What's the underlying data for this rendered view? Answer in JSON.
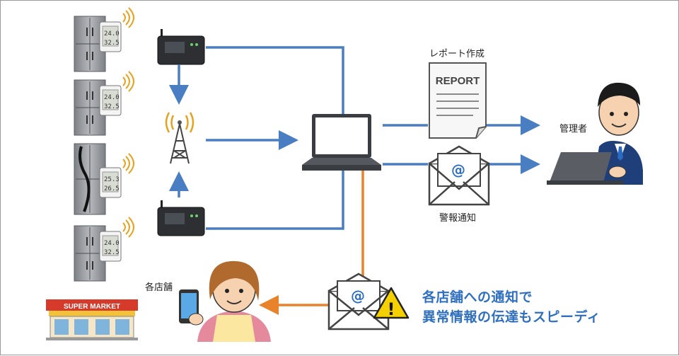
{
  "labels": {
    "report_creation": "レポート作成",
    "report_doc": "REPORT",
    "manager": "管理者",
    "alert_notice": "警報通知",
    "each_store": "各店舗",
    "store_sign": "SUPER MARKET",
    "email_symbol": "@",
    "warning_symbol": "!"
  },
  "headline": {
    "line1": "各店舗への通知で",
    "line2": "異常情報の伝達もスピーディ"
  },
  "sensors": [
    {
      "top": "24.0",
      "bottom": "32.5"
    },
    {
      "top": "24.0",
      "bottom": "32.5"
    },
    {
      "top": "25.3",
      "bottom": "26.5"
    },
    {
      "top": "24.0",
      "bottom": "32.5"
    }
  ],
  "colors": {
    "flow_blue": "#4a7ec2",
    "flow_orange": "#e8832b",
    "headline_blue": "#2f6fc0",
    "warning_yellow": "#f5d000",
    "fridge_gray": "#8c8f94"
  },
  "icons": [
    "fridge-icon",
    "sensor-icon",
    "gateway-icon",
    "antenna-icon",
    "laptop-icon",
    "report-icon",
    "email-icon",
    "warning-icon",
    "manager-person-icon",
    "store-person-icon",
    "smartphone-icon",
    "supermarket-icon"
  ]
}
